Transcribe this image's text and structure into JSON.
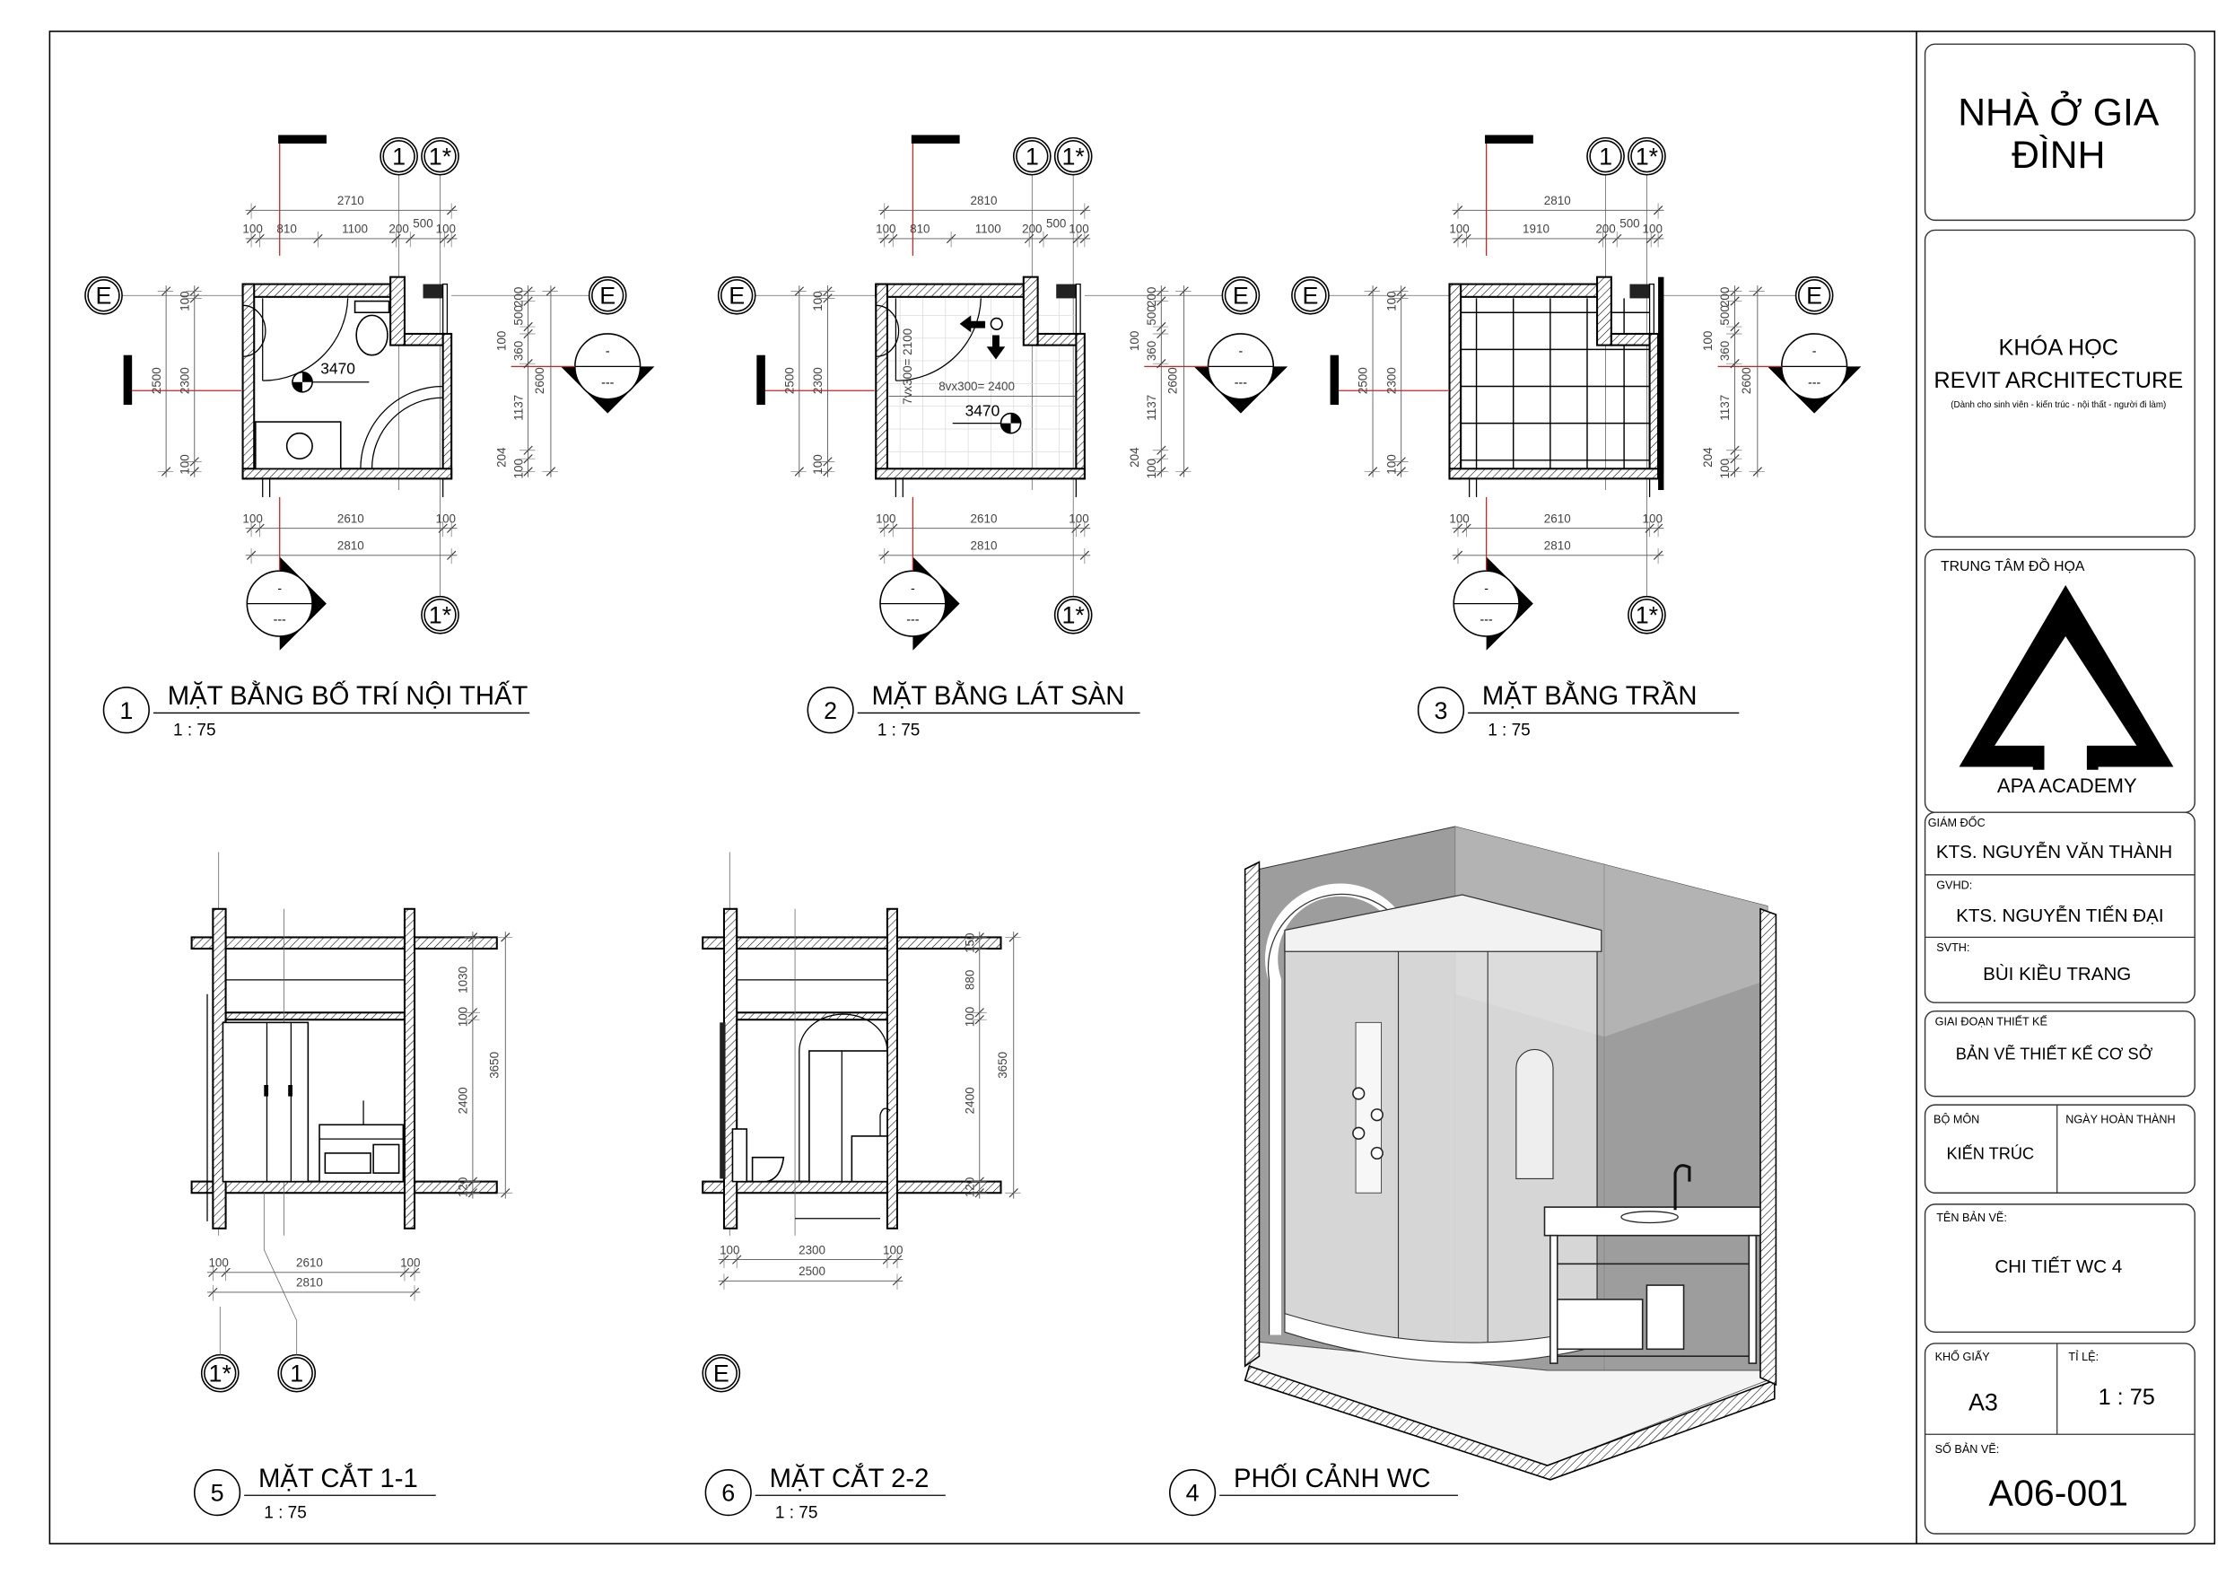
{
  "title_block": {
    "project_line1": "NHÀ Ở GIA",
    "project_line2": "ĐÌNH",
    "course_title": "KHÓA HỌC",
    "course_name": "REVIT ARCHITECTURE",
    "course_note": "(Dành cho sinh viên - kiến trúc - nội thất - người đi làm)",
    "center_label": "TRUNG TÂM ĐỒ HỌA",
    "brand": "APA ACADEMY",
    "director_label": "GIÁM ĐỐC",
    "director": "KTS. NGUYỄN VĂN THÀNH",
    "advisor_label": "GVHD:",
    "advisor": "KTS. NGUYỄN TIẾN ĐẠI",
    "student_label": "SVTH:",
    "student": "BÙI KIỀU TRANG",
    "phase_label": "GIAI ĐOẠN THIẾT KẾ",
    "phase": "BẢN VẼ THIẾT KẾ CƠ SỞ",
    "dept_label": "BỘ MÔN",
    "dept": "KIẾN TRÚC",
    "date_label": "NGÀY HOÀN THÀNH",
    "sheet_name_label": "TÊN BẢN VẼ:",
    "sheet_name": "CHI TIẾT WC 4",
    "paper_label": "KHỔ GIẤY",
    "paper": "A3",
    "scale_label": "TỈ LỆ:",
    "scale": "1 : 75",
    "sheet_no_label": "SỐ BẢN VẼ:",
    "sheet_no": "A06-001"
  },
  "views": [
    {
      "num": "1",
      "title": "MẶT BẰNG BỐ TRÍ NỘI THẤT",
      "scale": "1 : 75"
    },
    {
      "num": "2",
      "title": "MẶT BẰNG LÁT SÀN",
      "scale": "1 : 75"
    },
    {
      "num": "3",
      "title": "MẶT BẰNG TRẦN",
      "scale": "1 : 75"
    },
    {
      "num": "4",
      "title": "PHỐI CẢNH WC",
      "scale": null
    },
    {
      "num": "5",
      "title": "MẶT CẮT 1-1",
      "scale": "1 : 75"
    },
    {
      "num": "6",
      "title": "MẶT CẮT 2-2",
      "scale": "1 : 75"
    }
  ],
  "plans": [
    {
      "view": "1",
      "kind": "furniture",
      "grid": {
        "top_left": "1",
        "top_right": "1*",
        "left": "E",
        "right": "E",
        "bottom": "1*"
      },
      "elev_tag": {
        "top": "-",
        "bottom": "---"
      },
      "dim_top_overall": "2710",
      "dims_top": [
        "100",
        "810",
        "1100",
        "200",
        "100"
      ],
      "dim_top_extra": "500",
      "dims_left": [
        "100",
        "2300",
        "100"
      ],
      "dim_left_overall": "2500",
      "dims_right": [
        "200",
        "500",
        "100",
        "360",
        "1137",
        "204",
        "100"
      ],
      "dim_right_overall": "2600",
      "dims_bottom": [
        "100",
        "2610",
        "100"
      ],
      "dim_bottom_overall": "2810",
      "notes": {
        "level": "3470"
      }
    },
    {
      "view": "2",
      "kind": "tiles",
      "grid": {
        "top_left": "1",
        "top_right": "1*",
        "left": "E",
        "right": "E",
        "bottom": "1*"
      },
      "elev_tag": {
        "top": "-",
        "bottom": "---"
      },
      "dim_top_overall": "2810",
      "dims_top": [
        "100",
        "810",
        "1100",
        "200",
        "100"
      ],
      "dim_top_extra": "500",
      "dims_left": [
        "100",
        "2300",
        "100"
      ],
      "dim_left_overall": "2500",
      "dims_right": [
        "200",
        "500",
        "100",
        "360",
        "1137",
        "204",
        "100"
      ],
      "dim_right_overall": "2600",
      "dims_bottom": [
        "100",
        "2610",
        "100"
      ],
      "dim_bottom_overall": "2810",
      "notes": {
        "level": "3470",
        "tiles_v": "7vx300= 2100",
        "tiles_h": "8vx300= 2400"
      }
    },
    {
      "view": "3",
      "kind": "ceiling",
      "grid": {
        "top_left": "1",
        "top_right": "1*",
        "left": "E",
        "right": "E",
        "bottom": "1*"
      },
      "elev_tag": {
        "top": "-",
        "bottom": "---"
      },
      "dim_top_overall": "2810",
      "dims_top": [
        "100",
        "1910",
        "200",
        "100"
      ],
      "dim_top_extra": "500",
      "dims_left": [
        "100",
        "2300",
        "100"
      ],
      "dim_left_overall": "2500",
      "dims_right": [
        "200",
        "500",
        "100",
        "360",
        "1137",
        "204",
        "100"
      ],
      "dim_right_overall": "2600",
      "dims_bottom": [
        "100",
        "2610",
        "100"
      ],
      "dim_bottom_overall": "2810",
      "notes": {}
    }
  ],
  "sections": [
    {
      "view": "5",
      "dims_right": [
        "1030",
        "100",
        "2400",
        "120"
      ],
      "dim_right_overall": "3650",
      "dims_bottom": [
        "100",
        "2610",
        "100"
      ],
      "dim_bottom_overall": "2810",
      "grid": [
        "1*",
        "1"
      ]
    },
    {
      "view": "6",
      "dims_right": [
        "150",
        "880",
        "100",
        "2400",
        "120"
      ],
      "dim_right_overall": "3650",
      "dims_bottom": [
        "100",
        "2300",
        "100"
      ],
      "dim_bottom_overall": "2500",
      "grid": [
        "E"
      ]
    }
  ]
}
